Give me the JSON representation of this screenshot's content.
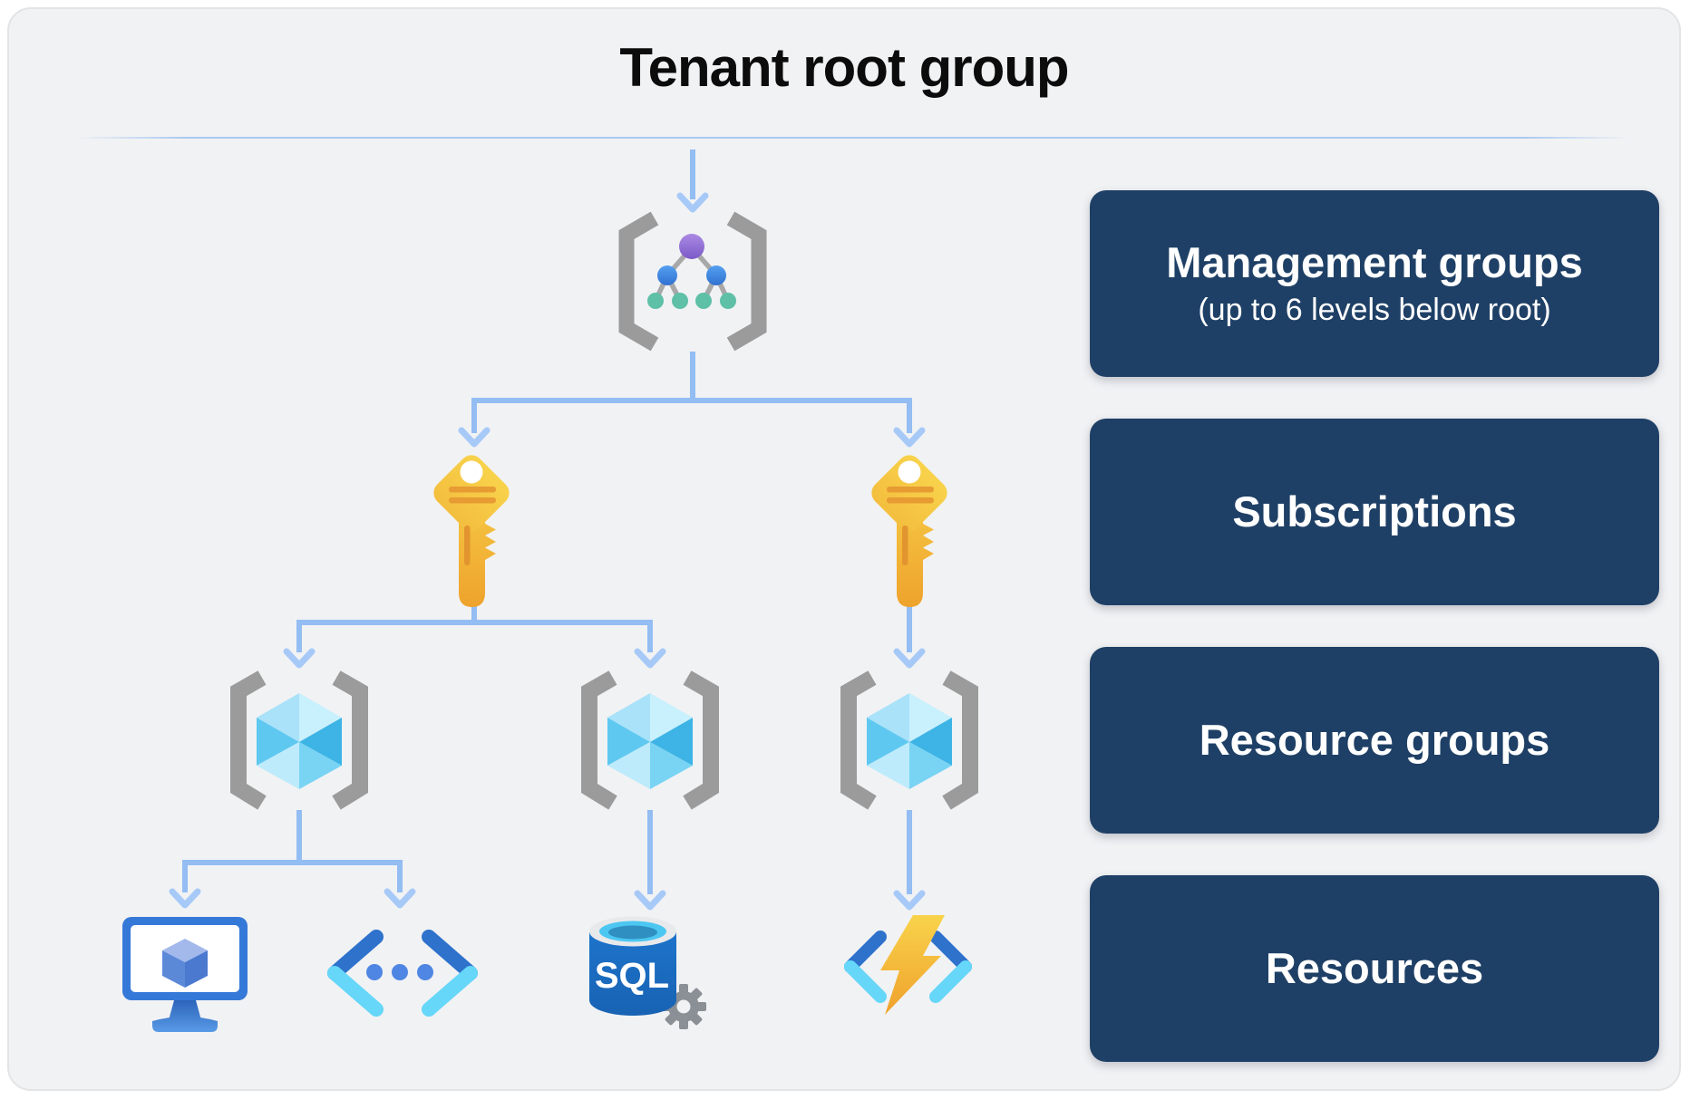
{
  "card": {
    "title": "Tenant root group"
  },
  "legend": [
    {
      "label": "Management groups",
      "sublabel": "(up to 6 levels below root)"
    },
    {
      "label": "Subscriptions"
    },
    {
      "label": "Resource groups"
    },
    {
      "label": "Resources"
    }
  ],
  "diagram": {
    "management_group": {
      "icon": "management-group-brackets-tree-icon"
    },
    "subscriptions": [
      {
        "icon": "key-icon"
      },
      {
        "icon": "key-icon"
      }
    ],
    "resource_groups": [
      {
        "icon": "brackets-cube-icon"
      },
      {
        "icon": "brackets-cube-icon"
      },
      {
        "icon": "brackets-cube-icon"
      }
    ],
    "resources": [
      {
        "icon": "virtual-machine-icon"
      },
      {
        "icon": "code-brackets-icon"
      },
      {
        "icon": "sql-database-icon",
        "label": "SQL"
      },
      {
        "icon": "function-lightning-icon"
      }
    ]
  },
  "colors": {
    "card_background": "#f1f2f4",
    "legend_box": "#1f4066",
    "legend_text": "#ffffff",
    "connector_blue": "#93bdf3",
    "bracket_gray": "#9b9b9b",
    "key_gold_light": "#f9d74e",
    "key_gold_dark": "#eea22c",
    "cube_cyan": "#3db4e5",
    "sql_body_blue": "#1b6dc2",
    "title_text": "#0c0c0c"
  }
}
